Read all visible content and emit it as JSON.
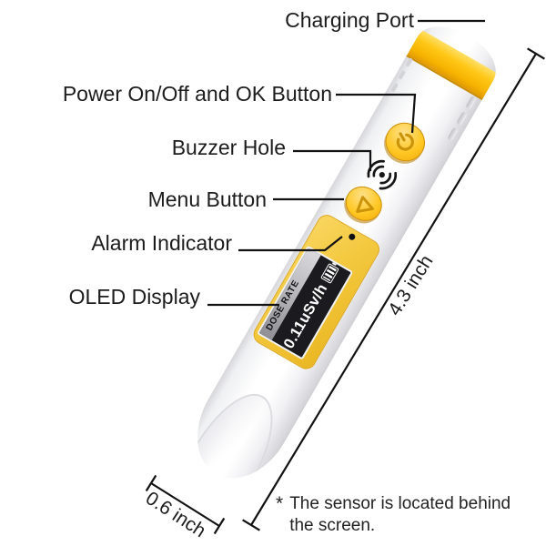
{
  "labels": {
    "charging_port": "Charging Port",
    "power": "Power On/Off and OK Button",
    "buzzer": "Buzzer Hole",
    "menu": "Menu Button",
    "alarm": "Alarm Indicator",
    "oled": "OLED Display"
  },
  "measurements": {
    "length": "4.3 inch",
    "width": "0.6 inch"
  },
  "footnote": {
    "marker": "*",
    "line1": "The sensor is located behind",
    "line2": "the screen."
  },
  "display": {
    "header": "DOSE RATE",
    "value": "0.11uSv/h"
  },
  "icons": {
    "power_button": "power-icon",
    "buzzer_hole": "sound-waves-icon",
    "menu_button": "triangle-icon",
    "alarm_indicator": "dot-indicator-icon",
    "battery": "battery-icon"
  },
  "colors": {
    "accent_yellow": "#FFC20E",
    "accent_dark_yellow": "#E09A00",
    "panel_yellow": "#F2C541",
    "button_glyph": "#CB9309",
    "display_background": "#1B1B1F",
    "display_text": "#FFFFFF",
    "line_color": "#121212",
    "text_color": "#1C1C1C",
    "body_white": "#FFFFFF"
  }
}
